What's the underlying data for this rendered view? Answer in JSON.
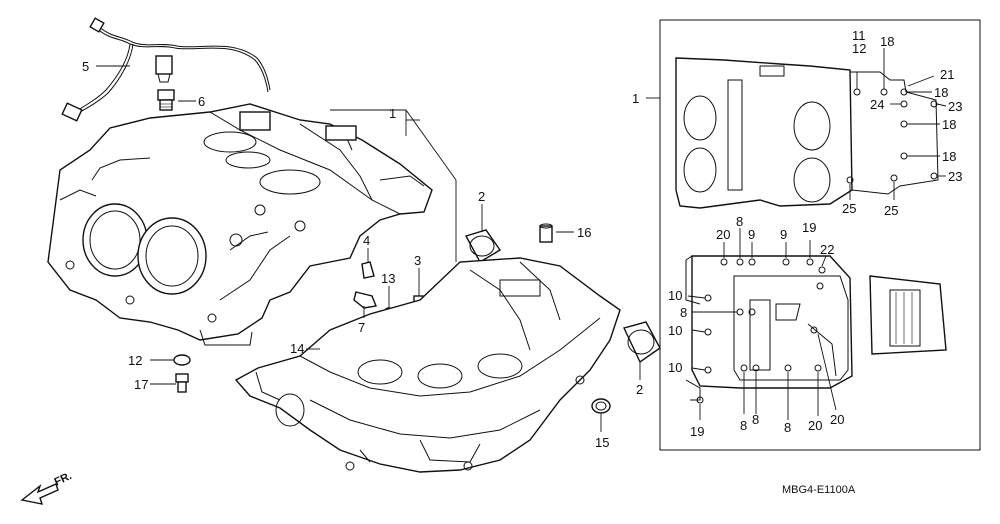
{
  "diagram_code": "MBG4-E1100A",
  "direction_label": "FR.",
  "callouts": {
    "c1_left": "1",
    "c1_right": "1",
    "c2_top": "2",
    "c2_bottom": "2",
    "c3": "3",
    "c4": "4",
    "c5": "5",
    "c6": "6",
    "c7": "7",
    "c12": "12",
    "c13": "13",
    "c14": "14",
    "c15": "15",
    "c16": "16",
    "c17": "17"
  },
  "inset_callouts": [
    {
      "id": "11",
      "label": "11"
    },
    {
      "id": "12",
      "label": "12"
    },
    {
      "id": "18a",
      "label": "18"
    },
    {
      "id": "21",
      "label": "21"
    },
    {
      "id": "18b",
      "label": "18"
    },
    {
      "id": "24",
      "label": "24"
    },
    {
      "id": "23a",
      "label": "23"
    },
    {
      "id": "18c",
      "label": "18"
    },
    {
      "id": "18d",
      "label": "18"
    },
    {
      "id": "23b",
      "label": "23"
    },
    {
      "id": "25a",
      "label": "25"
    },
    {
      "id": "25b",
      "label": "25"
    },
    {
      "id": "8a",
      "label": "8"
    },
    {
      "id": "20a",
      "label": "20"
    },
    {
      "id": "9a",
      "label": "9"
    },
    {
      "id": "9b",
      "label": "9"
    },
    {
      "id": "19a",
      "label": "19"
    },
    {
      "id": "22",
      "label": "22"
    },
    {
      "id": "10a",
      "label": "10"
    },
    {
      "id": "8b",
      "label": "8"
    },
    {
      "id": "10b",
      "label": "10"
    },
    {
      "id": "10c",
      "label": "10"
    },
    {
      "id": "19b",
      "label": "19"
    },
    {
      "id": "8c",
      "label": "8"
    },
    {
      "id": "8d",
      "label": "8"
    },
    {
      "id": "8e",
      "label": "8"
    },
    {
      "id": "20b",
      "label": "20"
    },
    {
      "id": "20c",
      "label": "20"
    }
  ]
}
